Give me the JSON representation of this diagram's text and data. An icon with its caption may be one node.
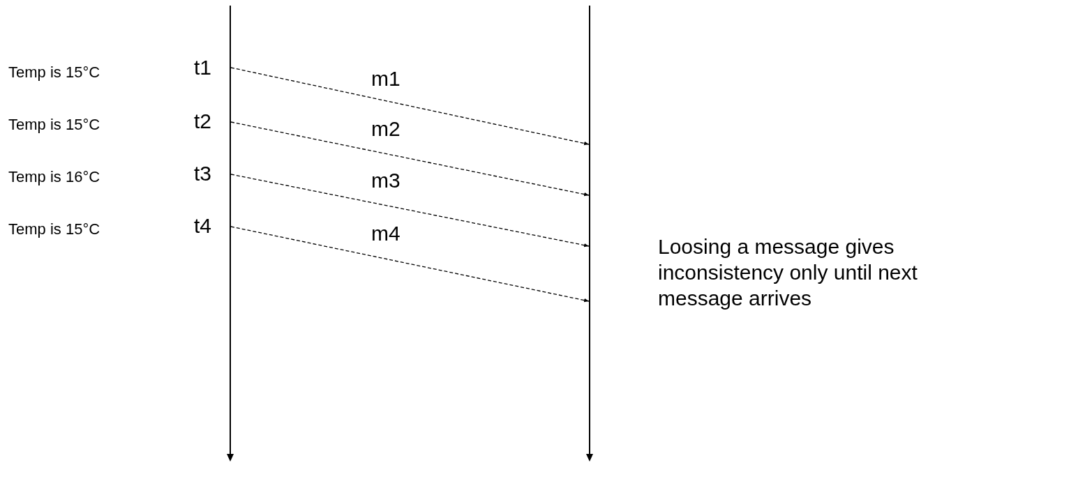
{
  "diagram": {
    "nodes": [
      {
        "text": [],
        "shape": "bar"
      },
      {
        "text": [],
        "shape": "bar"
      }
    ],
    "edges": [
      {
        "from": 0,
        "to": 1,
        "arrow": "to",
        "label": "m1",
        "style": "dashed"
      },
      {
        "from": 0,
        "to": 1,
        "arrow": "to",
        "label": "m2",
        "style": "dashed"
      },
      {
        "from": 0,
        "to": 1,
        "arrow": "to",
        "label": "m3",
        "style": "dashed"
      },
      {
        "from": 0,
        "to": 1,
        "arrow": "to",
        "label": "m4",
        "style": "dashed"
      }
    ],
    "labels": [
      "Temp is 15°C",
      "t1",
      "Temp is 15°C",
      "t2",
      "Temp is 16°C",
      "t3",
      "Temp is 15°C",
      "t4",
      "Loosing a message gives inconsistency only until next message arrives"
    ]
  }
}
